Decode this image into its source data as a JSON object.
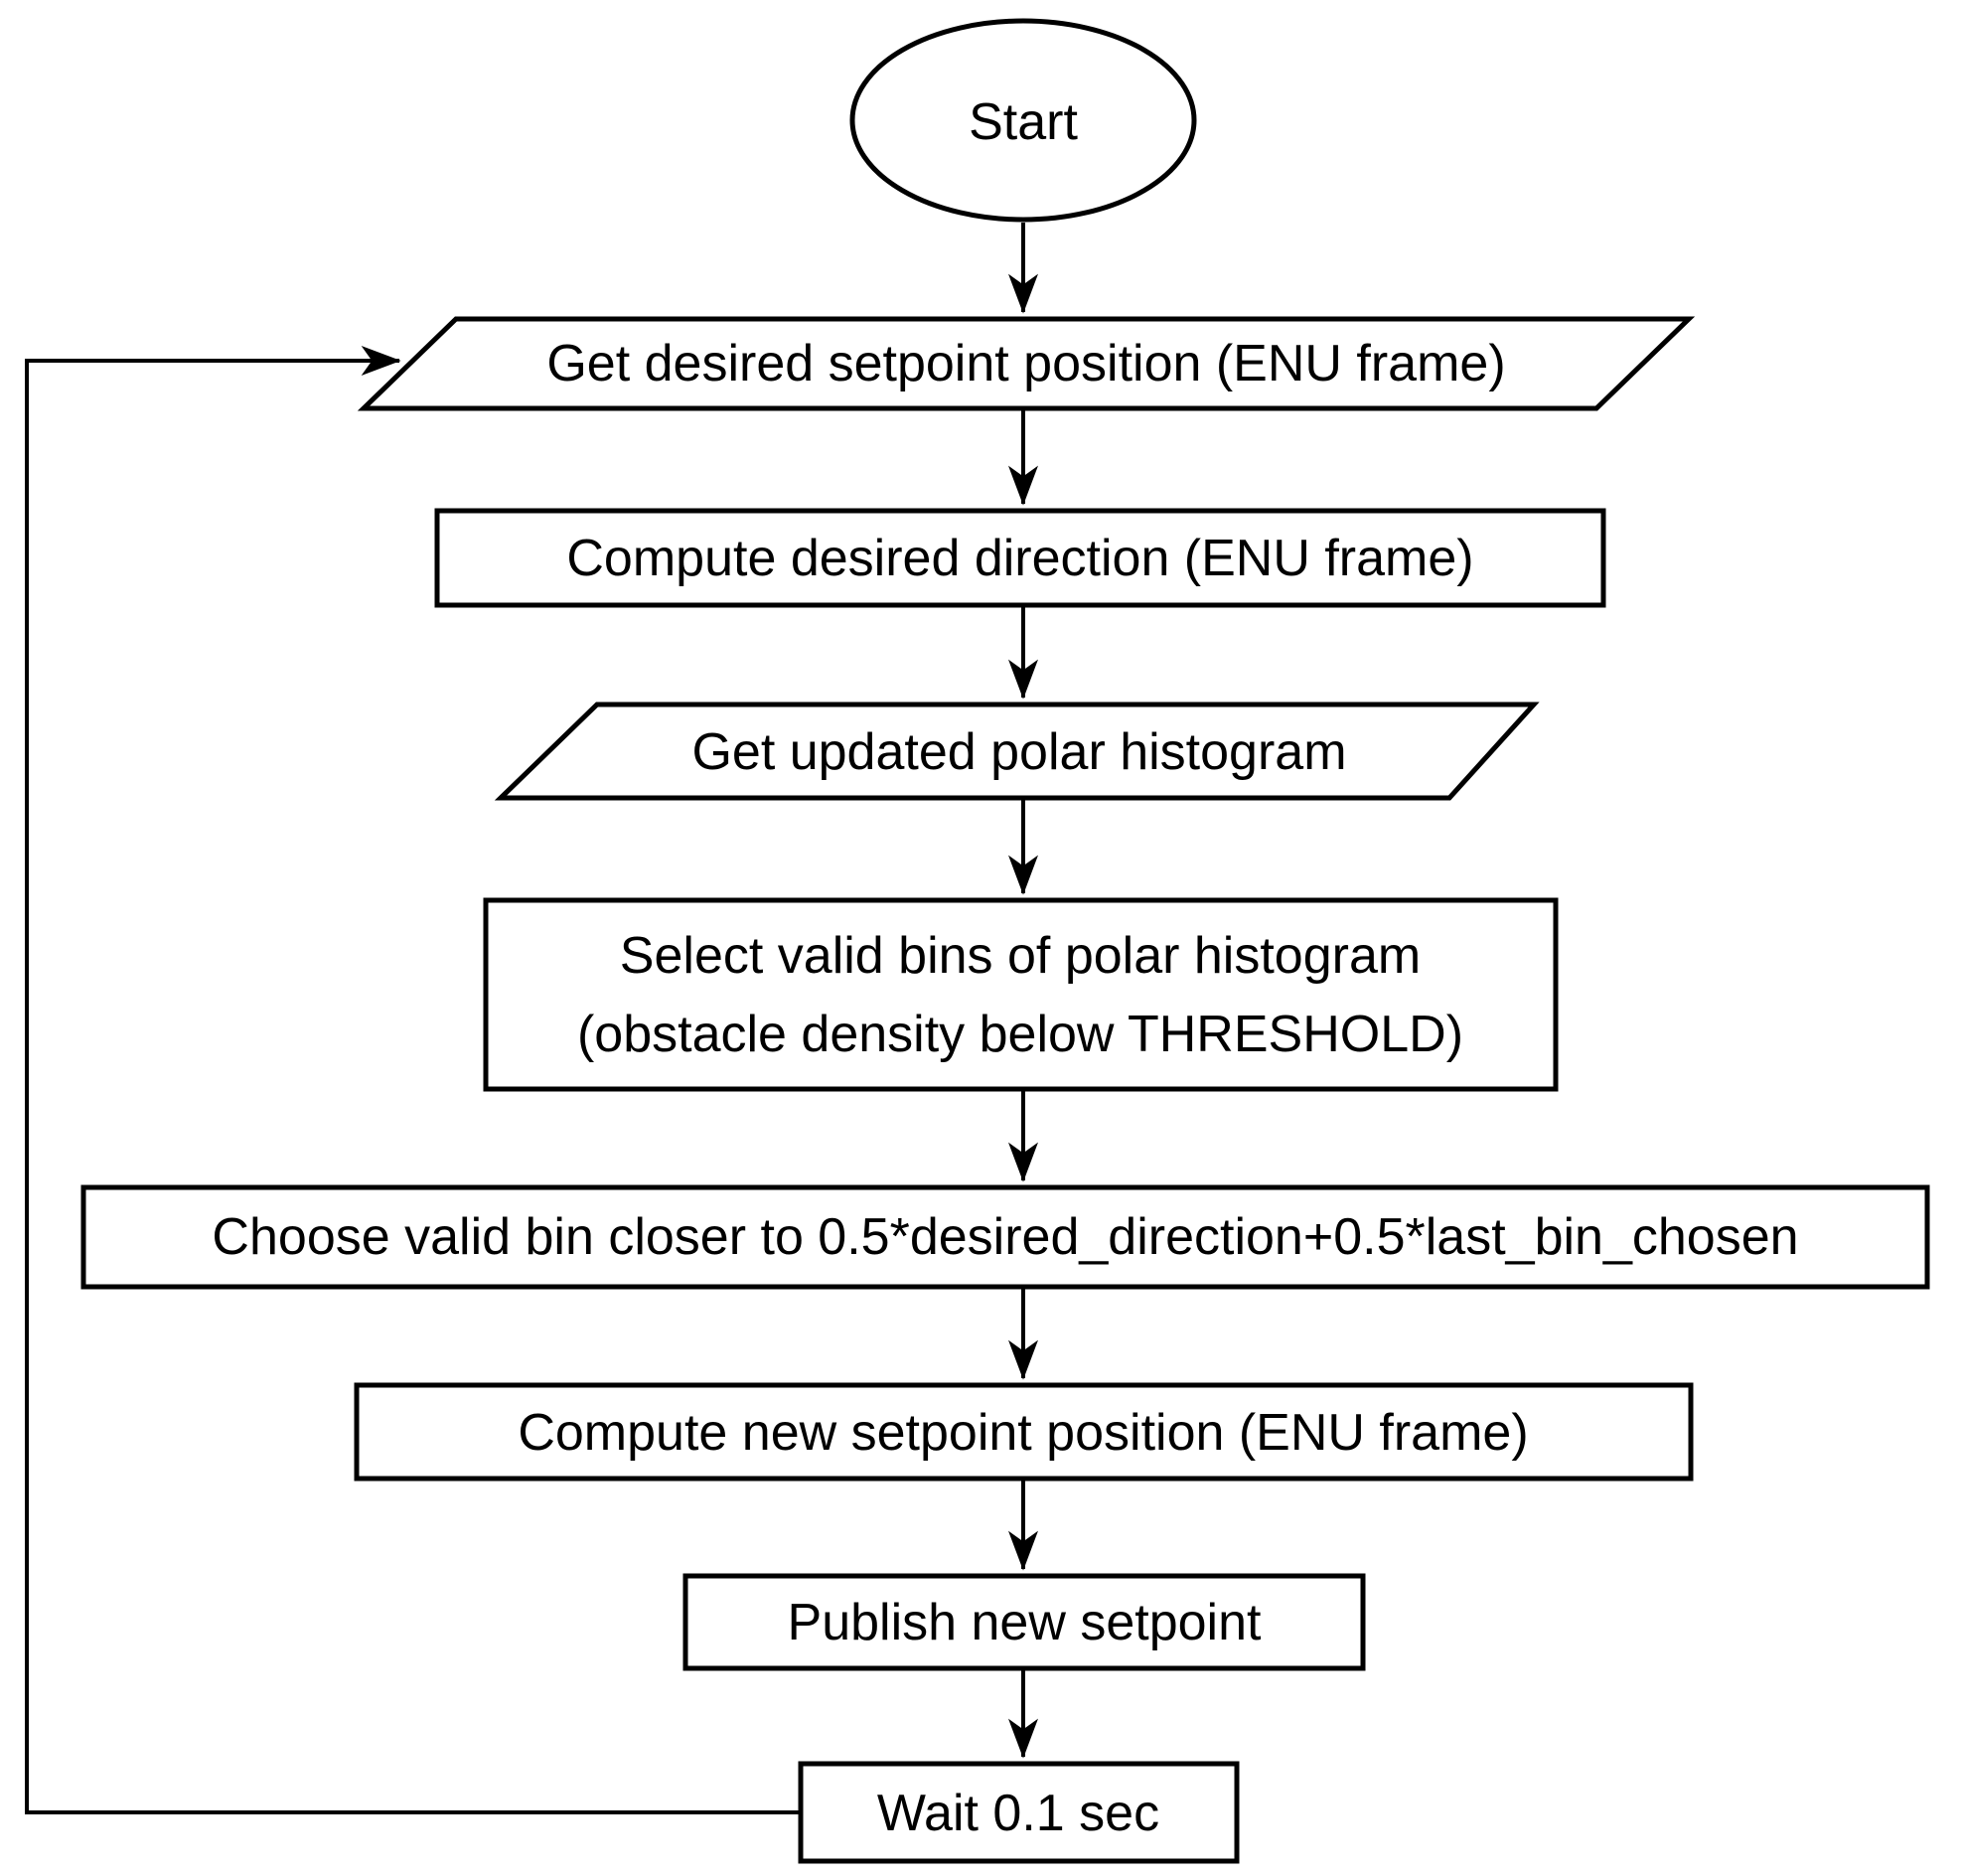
{
  "diagram": {
    "type": "flowchart",
    "background_color": "#ffffff",
    "node_fill_color": "#ffffff",
    "node_stroke_color": "#000000",
    "text_color": "#000000",
    "nodes": [
      {
        "id": "start",
        "shape": "ellipse",
        "label": "Start"
      },
      {
        "id": "get-desired-setpoint",
        "shape": "parallelogram",
        "label": "Get desired setpoint position (ENU frame)"
      },
      {
        "id": "compute-desired-direction",
        "shape": "process",
        "label": "Compute desired direction (ENU frame)"
      },
      {
        "id": "get-updated-polar-histogram",
        "shape": "parallelogram",
        "label": "Get updated polar histogram"
      },
      {
        "id": "select-valid-bins",
        "shape": "process",
        "label_line_1": "Select valid bins of polar histogram",
        "label_line_2": "(obstacle density below THRESHOLD)"
      },
      {
        "id": "choose-valid-bin",
        "shape": "process",
        "label": "Choose valid bin closer to 0.5*desired_direction+0.5*last_bin_chosen"
      },
      {
        "id": "compute-new-setpoint",
        "shape": "process",
        "label": "Compute new setpoint position (ENU frame)"
      },
      {
        "id": "publish-new-setpoint",
        "shape": "process",
        "label": "Publish new setpoint"
      },
      {
        "id": "wait",
        "shape": "process",
        "label": "Wait 0.1 sec"
      }
    ],
    "edges": [
      {
        "from": "start",
        "to": "get-desired-setpoint"
      },
      {
        "from": "get-desired-setpoint",
        "to": "compute-desired-direction"
      },
      {
        "from": "compute-desired-direction",
        "to": "get-updated-polar-histogram"
      },
      {
        "from": "get-updated-polar-histogram",
        "to": "select-valid-bins"
      },
      {
        "from": "select-valid-bins",
        "to": "choose-valid-bin"
      },
      {
        "from": "choose-valid-bin",
        "to": "compute-new-setpoint"
      },
      {
        "from": "compute-new-setpoint",
        "to": "publish-new-setpoint"
      },
      {
        "from": "publish-new-setpoint",
        "to": "wait"
      },
      {
        "from": "wait",
        "to": "get-desired-setpoint",
        "kind": "loop-back"
      }
    ]
  }
}
